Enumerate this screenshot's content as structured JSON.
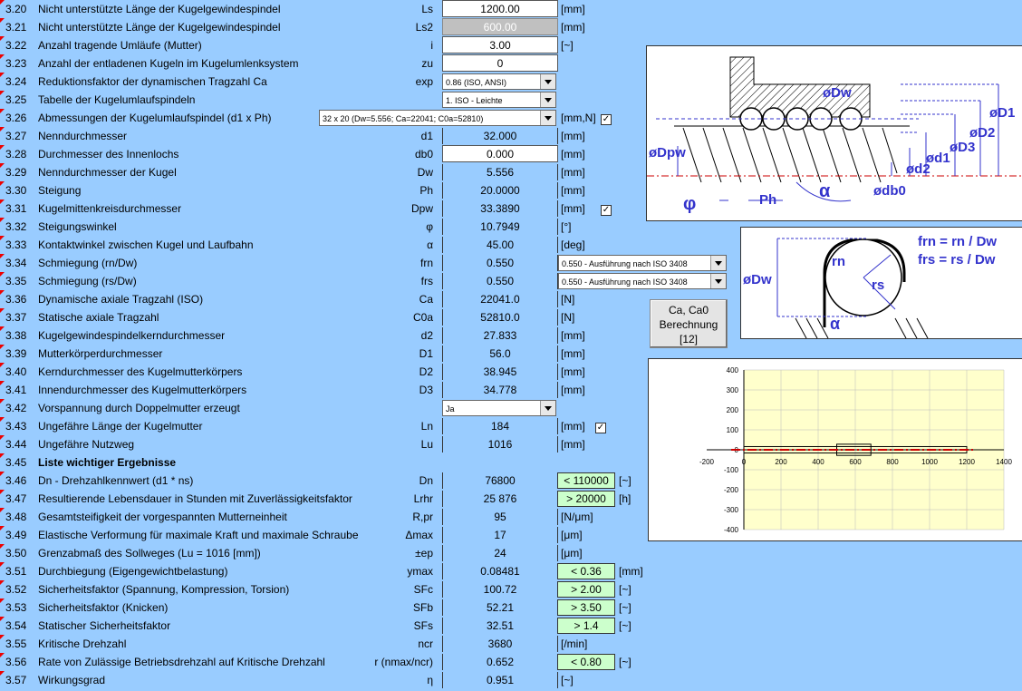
{
  "rows": [
    {
      "n": "3.20",
      "d": "Nicht unterstützte Länge der Kugelgewindespindel",
      "s": "Ls",
      "v": "1200.00",
      "u": "[mm]",
      "style": "white"
    },
    {
      "n": "3.21",
      "d": "Nicht unterstützte Länge der Kugelgewindespindel",
      "s": "Ls2",
      "v": "600.00",
      "u": "[mm]",
      "style": "grey"
    },
    {
      "n": "3.22",
      "d": "Anzahl tragende Umläufe (Mutter)",
      "s": "i",
      "v": "3.00",
      "u": "[~]",
      "style": "white"
    },
    {
      "n": "3.23",
      "d": "Anzahl der entladenen Kugeln im Kugelumlenksystem",
      "s": "zu",
      "v": "0",
      "u": "",
      "style": "white"
    },
    {
      "n": "3.24",
      "d": "Reduktionsfaktor der dynamischen Tragzahl Ca",
      "s": "exp",
      "v": "",
      "u": "",
      "style": "none"
    },
    {
      "n": "3.25",
      "d": "Tabelle der Kugelumlaufspindeln",
      "s": "",
      "v": "",
      "u": "",
      "style": "none"
    },
    {
      "n": "3.26",
      "d": "Abmessungen der Kugelumlaufspindel (d1 x Ph)",
      "s": "",
      "v": "",
      "u": "[mm,N]",
      "style": "none"
    },
    {
      "n": "3.27",
      "d": "Nenndurchmesser",
      "s": "d1",
      "v": "32.000",
      "u": "[mm]",
      "style": "grid"
    },
    {
      "n": "3.28",
      "d": "Durchmesser des Innenlochs",
      "s": "db0",
      "v": "0.000",
      "u": "[mm]",
      "style": "white"
    },
    {
      "n": "3.29",
      "d": "Nenndurchmesser der Kugel",
      "s": "Dw",
      "v": "5.556",
      "u": "[mm]",
      "style": "grid"
    },
    {
      "n": "3.30",
      "d": "Steigung",
      "s": "Ph",
      "v": "20.0000",
      "u": "[mm]",
      "style": "grid"
    },
    {
      "n": "3.31",
      "d": "Kugelmittenkreisdurchmesser",
      "s": "Dpw",
      "v": "33.3890",
      "u": "[mm]",
      "style": "grid"
    },
    {
      "n": "3.32",
      "d": "Steigungswinkel",
      "s": "φ",
      "v": "10.7949",
      "u": "[°]",
      "style": "grid"
    },
    {
      "n": "3.33",
      "d": "Kontaktwinkel zwischen Kugel und Laufbahn",
      "s": "α",
      "v": "45.00",
      "u": "[deg]",
      "style": "grid"
    },
    {
      "n": "3.34",
      "d": "Schmiegung (rn/Dw)",
      "s": "frn",
      "v": "0.550",
      "u": "",
      "style": "grid"
    },
    {
      "n": "3.35",
      "d": "Schmiegung (rs/Dw)",
      "s": "frs",
      "v": "0.550",
      "u": "",
      "style": "grid"
    },
    {
      "n": "3.36",
      "d": "Dynamische axiale Tragzahl (ISO)",
      "s": "Ca",
      "v": "22041.0",
      "u": "[N]",
      "style": "grid"
    },
    {
      "n": "3.37",
      "d": "Statische axiale Tragzahl",
      "s": "C0a",
      "v": "52810.0",
      "u": "[N]",
      "style": "grid"
    },
    {
      "n": "3.38",
      "d": "Kugelgewindespindelkerndurchmesser",
      "s": "d2",
      "v": "27.833",
      "u": "[mm]",
      "style": "grid"
    },
    {
      "n": "3.39",
      "d": "Mutterkörperdurchmesser",
      "s": "D1",
      "v": "56.0",
      "u": "[mm]",
      "style": "grid"
    },
    {
      "n": "3.40",
      "d": "Kerndurchmesser des Kugelmutterkörpers",
      "s": "D2",
      "v": "38.945",
      "u": "[mm]",
      "style": "grid"
    },
    {
      "n": "3.41",
      "d": "Innendurchmesser des Kugelmutterkörpers",
      "s": "D3",
      "v": "34.778",
      "u": "[mm]",
      "style": "grid"
    },
    {
      "n": "3.42",
      "d": "Vorspannung durch Doppelmutter erzeugt",
      "s": "",
      "v": "",
      "u": "",
      "style": "none"
    },
    {
      "n": "3.43",
      "d": "Ungefähre Länge der Kugelmutter",
      "s": "Ln",
      "v": "184",
      "u": "[mm]",
      "style": "grid"
    },
    {
      "n": "3.44",
      "d": "Ungefähre Nutzweg",
      "s": "Lu",
      "v": "1016",
      "u": "[mm]",
      "style": "grid"
    },
    {
      "n": "3.45",
      "d": "Liste wichtiger Ergebnisse",
      "s": "",
      "v": "",
      "u": "",
      "style": "none",
      "bold": true
    },
    {
      "n": "3.46",
      "d": "Dn - Drehzahlkennwert (d1 * ns)",
      "s": "Dn",
      "v": "76800",
      "u": "",
      "style": "grid",
      "lim": "< 110000",
      "lu": "[~]"
    },
    {
      "n": "3.47",
      "d": "Resultierende Lebensdauer in Stunden mit Zuverlässigkeitsfaktor",
      "s": "Lrhr",
      "v": "25 876",
      "u": "",
      "style": "grid",
      "lim": "> 20000",
      "lu": "[h]"
    },
    {
      "n": "3.48",
      "d": "Gesamtsteifigkeit der vorgespannten Mutterneinheit",
      "s": "R,pr",
      "v": "95",
      "u": "[N/μm]",
      "style": "grid"
    },
    {
      "n": "3.49",
      "d": "Elastische Verformung für maximale Kraft und maximale Schraube",
      "s": "Δmax",
      "v": "17",
      "u": "[μm]",
      "style": "grid"
    },
    {
      "n": "3.50",
      "d": "Grenzabmaß des Sollweges (Lu = 1016 [mm])",
      "s": "±ep",
      "v": "24",
      "u": "[μm]",
      "style": "grid"
    },
    {
      "n": "3.51",
      "d": "Durchbiegung (Eigengewichtbelastung)",
      "s": "ymax",
      "v": "0.08481",
      "u": "",
      "style": "grid",
      "lim": "< 0.36",
      "lu": "[mm]"
    },
    {
      "n": "3.52",
      "d": "Sicherheitsfaktor (Spannung, Kompression, Torsion)",
      "s": "SFc",
      "v": "100.72",
      "u": "",
      "style": "grid",
      "lim": "> 2.00",
      "lu": "[~]"
    },
    {
      "n": "3.53",
      "d": "Sicherheitsfaktor (Knicken)",
      "s": "SFb",
      "v": "52.21",
      "u": "",
      "style": "grid",
      "lim": "> 3.50",
      "lu": "[~]"
    },
    {
      "n": "3.54",
      "d": "Statischer Sicherheitsfaktor",
      "s": "SFs",
      "v": "32.51",
      "u": "",
      "style": "grid",
      "lim": "> 1.4",
      "lu": "[~]"
    },
    {
      "n": "3.55",
      "d": "Kritische Drehzahl",
      "s": "ncr",
      "v": "3680",
      "u": "[/min]",
      "style": "grid"
    },
    {
      "n": "3.56",
      "d": "Rate von Zulässige Betriebsdrehzahl auf Kritische Drehzahl",
      "s": "r (nmax/ncr)",
      "v": "0.652",
      "u": "",
      "style": "grid",
      "lim": "< 0.80",
      "lu": "[~]"
    },
    {
      "n": "3.57",
      "d": "Wirkungsgrad",
      "s": "η",
      "v": "0.951",
      "u": "[~]",
      "style": "grid"
    }
  ],
  "selects": {
    "exp": "0.86 (ISO, ANSI)",
    "table": "1. ISO - Leichte",
    "dims": "32 x 20   (Dw=5.556;  Ca=22041;  C0a=52810)",
    "frn": "0.550 - Ausführung nach ISO 3408",
    "frs": "0.550 - Ausführung nach ISO 3408",
    "preload": "Ja"
  },
  "checkboxes": {
    "dims": "✓",
    "dpw": "✓",
    "ln": "✓"
  },
  "button": {
    "line1": "Ca, Ca0",
    "line2": "Berechnung",
    "line3": "[12]"
  },
  "diagram1": {
    "labels": [
      "øDw",
      "øD1",
      "øD2",
      "øD3",
      "øDpw",
      "ød1",
      "ød2",
      "ødb0",
      "φ",
      "Ph",
      "α"
    ]
  },
  "diagram2": {
    "labels": [
      "frn = rn / Dw",
      "frs = rs / Dw",
      "øDw",
      "rn",
      "rs",
      "α"
    ]
  },
  "chart_data": {
    "type": "line",
    "xlim": [
      -200,
      1400
    ],
    "ylim": [
      -400,
      400
    ],
    "xticks": [
      "-200",
      "0",
      "200",
      "400",
      "600",
      "800",
      "1000",
      "1200",
      "1400"
    ],
    "yticks": [
      "400",
      "300",
      "200",
      "100",
      "0",
      "-100",
      "-200",
      "-300",
      "-400"
    ],
    "grid": true,
    "series": [
      {
        "values_x": [
          0,
          1200
        ],
        "values_y": [
          0,
          0
        ]
      }
    ],
    "colors": {
      "plot_bg": "#ffffcc",
      "line": "#cc0000",
      "outline": "#000000"
    }
  }
}
